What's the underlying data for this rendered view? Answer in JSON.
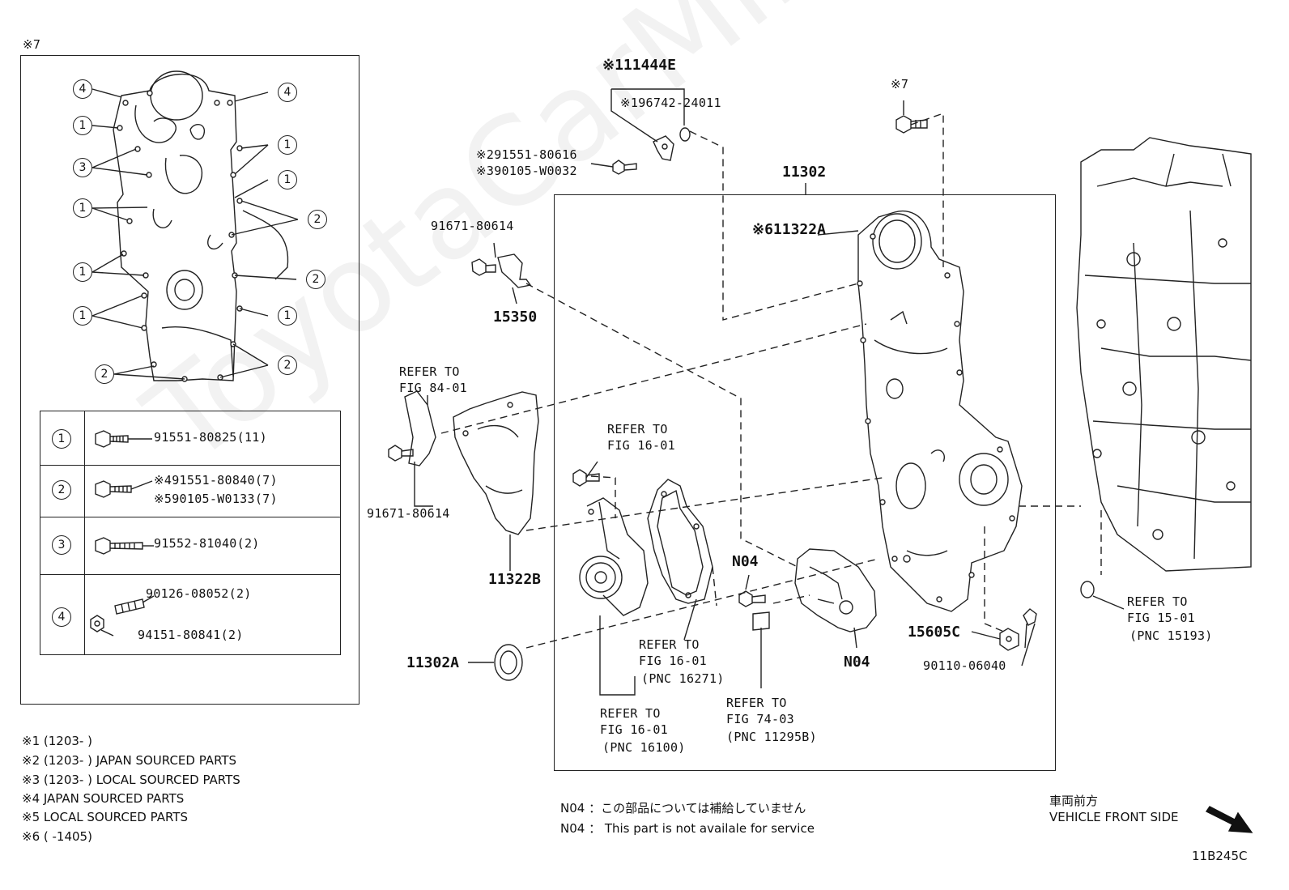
{
  "watermark": "ToyotaCarMine.ru",
  "figure_id": "11B245C",
  "inset": {
    "marker": "※7",
    "legend": [
      {
        "num": "1",
        "parts": [
          "91551-80825(11)"
        ]
      },
      {
        "num": "2",
        "parts": [
          "※491551-80840(7)",
          "※590105-W0133(7)"
        ]
      },
      {
        "num": "3",
        "parts": [
          "91552-81040(2)"
        ]
      },
      {
        "num": "4",
        "parts": [
          "90126-08052(2)",
          "94151-80841(2)"
        ]
      }
    ]
  },
  "labels": {
    "p11444E": "※111444E",
    "p96742": "※196742-24011",
    "p91551_80616": "※291551-80616",
    "p90105_W0032": "※390105-W0032",
    "p91671_a": "91671-80614",
    "p15350": "15350",
    "p11302": "11302",
    "p11322A": "※611322A",
    "bolt7": "※7",
    "refer84_l1": "REFER TO",
    "refer84_l2": "FIG 84-01",
    "p91671_b": "91671-80614",
    "p11322B": "11322B",
    "refer16a_l1": "REFER TO",
    "refer16a_l2": "FIG 16-01",
    "refer16b_l1": "REFER TO",
    "refer16b_l2": "FIG 16-01",
    "refer16b_l3": "(PNC 16271)",
    "refer16c_l1": "REFER TO",
    "refer16c_l2": "FIG 16-01",
    "refer16c_l3": "(PNC 16100)",
    "n04_a": "N04",
    "n04_b": "N04",
    "refer74_l1": "REFER TO",
    "refer74_l2": "FIG 74-03",
    "refer74_l3": "(PNC 11295B)",
    "p15605C": "15605C",
    "p90110": "90110-06040",
    "p11302A": "11302A",
    "refer15_l1": "REFER TO",
    "refer15_l2": "FIG 15-01",
    "refer15_l3": "(PNC 15193)"
  },
  "notes": [
    "※1 (1203-        )",
    "※2 (1203-        ) JAPAN SOURCED PARTS",
    "※3 (1203-        ) LOCAL SOURCED PARTS",
    "※4 JAPAN SOURCED PARTS",
    "※5 LOCAL SOURCED PARTS",
    "※6 (        -1405)"
  ],
  "n04_notes": [
    "N04 ：この部品については補給していません",
    "N04 ： This part is not availale for service"
  ],
  "vehicle_front": {
    "jp": "車両前方",
    "en": "VEHICLE FRONT SIDE"
  }
}
